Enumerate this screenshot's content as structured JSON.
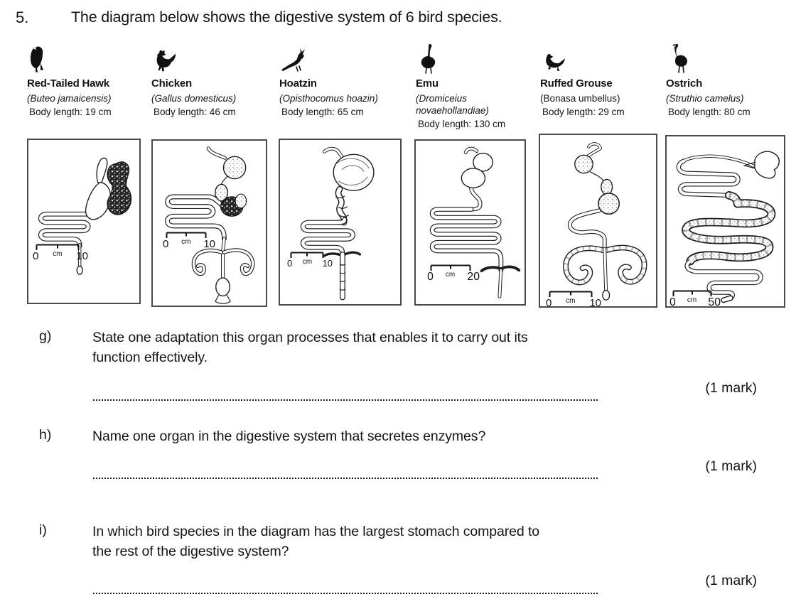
{
  "colors": {
    "ink": "#141414"
  },
  "header": {
    "number": "5.",
    "title": "The diagram below shows the digestive system of 6 bird species."
  },
  "birds": [
    {
      "icon": "hawk-icon",
      "name": "Red-Tailed Hawk",
      "latin": "(Buteo jamaicensis)",
      "body": "Body length: 19 cm",
      "scale": {
        "start": "0",
        "unit": "cm",
        "end": "10"
      }
    },
    {
      "icon": "rooster-icon",
      "name": "Chicken",
      "latin": "(Gallus domesticus)",
      "body": "Body length: 46 cm",
      "scale": {
        "start": "0",
        "unit": "cm",
        "end": "10"
      }
    },
    {
      "icon": "hoatzin-icon",
      "name": "Hoatzin",
      "latin": "(Opisthocomus hoazin)",
      "body": "Body length: 65 cm",
      "scale": {
        "start": "0",
        "unit": "cm",
        "end": "10"
      }
    },
    {
      "icon": "emu-icon",
      "name": "Emu",
      "latin": "(Dromiceius novaehollandiae)",
      "body": "Body length: 130 cm",
      "scale": {
        "start": "0",
        "unit": "cm",
        "end": "20"
      }
    },
    {
      "icon": "grouse-icon",
      "name": "Ruffed Grouse",
      "latin": "(Bonasa umbellus)",
      "body": "Body length: 29 cm",
      "scale": {
        "start": "0",
        "unit": "cm",
        "end": "10"
      }
    },
    {
      "icon": "ostrich-icon",
      "name": "Ostrich",
      "latin": "(Struthio camelus)",
      "body": "Body length: 80 cm",
      "scale": {
        "start": "0",
        "unit": "cm",
        "end": "50"
      }
    }
  ],
  "questions": [
    {
      "label": "g)",
      "lines": [
        "State one adaptation this organ processes that enables it to carry out its",
        "function effectively."
      ],
      "marks": "(1 mark)"
    },
    {
      "label": "h)",
      "lines": [
        "Name one organ in the digestive system that secretes enzymes?"
      ],
      "marks": "(1 mark)"
    },
    {
      "label": "i)",
      "lines": [
        "In which bird species in the diagram has the largest stomach compared to",
        "the rest of the digestive system?"
      ],
      "marks": "(1 mark)"
    }
  ]
}
